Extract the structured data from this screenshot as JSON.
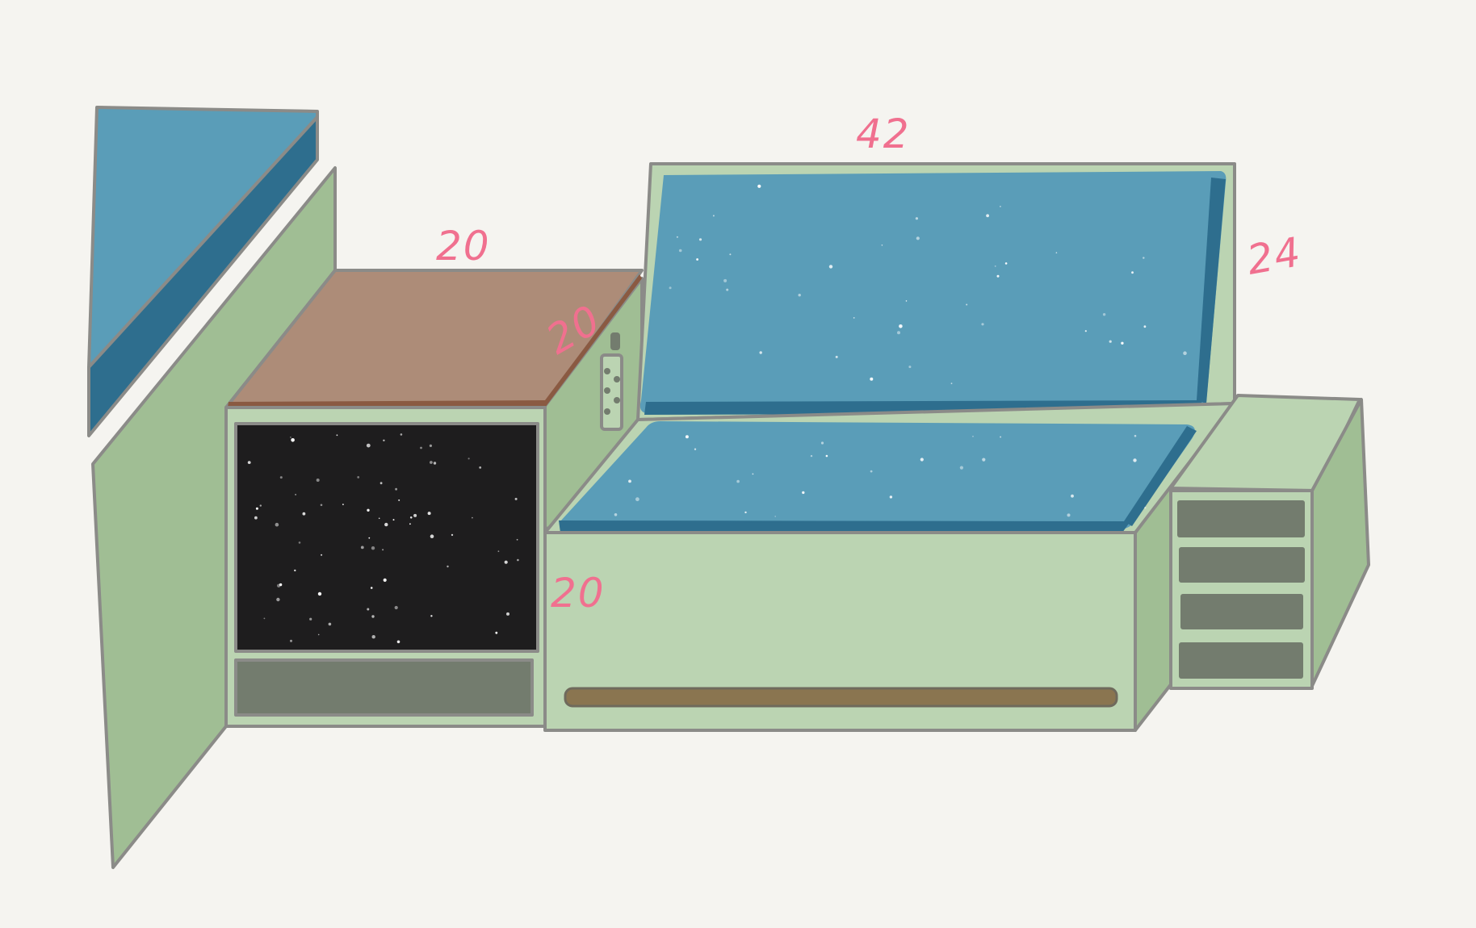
{
  "drawing": {
    "background": "#f5f4f0",
    "colors": {
      "green_light": "#bbd4b2",
      "green_mid": "#a0be94",
      "cushion_blue": "#5a9db8",
      "cushion_blue_dark": "#2e6e8e",
      "countertop_top": "#ad8c78",
      "countertop_edge": "#8a5a42",
      "oven_black": "#1e1d1e",
      "drawer_gray": "#737c6e",
      "handle_brown": "#8a7550",
      "dimension_pink": "#f0708f",
      "outline_gray": "#8b8b88"
    },
    "dimensions": {
      "cabinet_width": "20",
      "cabinet_depth": "20",
      "cabinet_height": "20",
      "sofa_width": "42",
      "sofa_height": "24"
    }
  }
}
